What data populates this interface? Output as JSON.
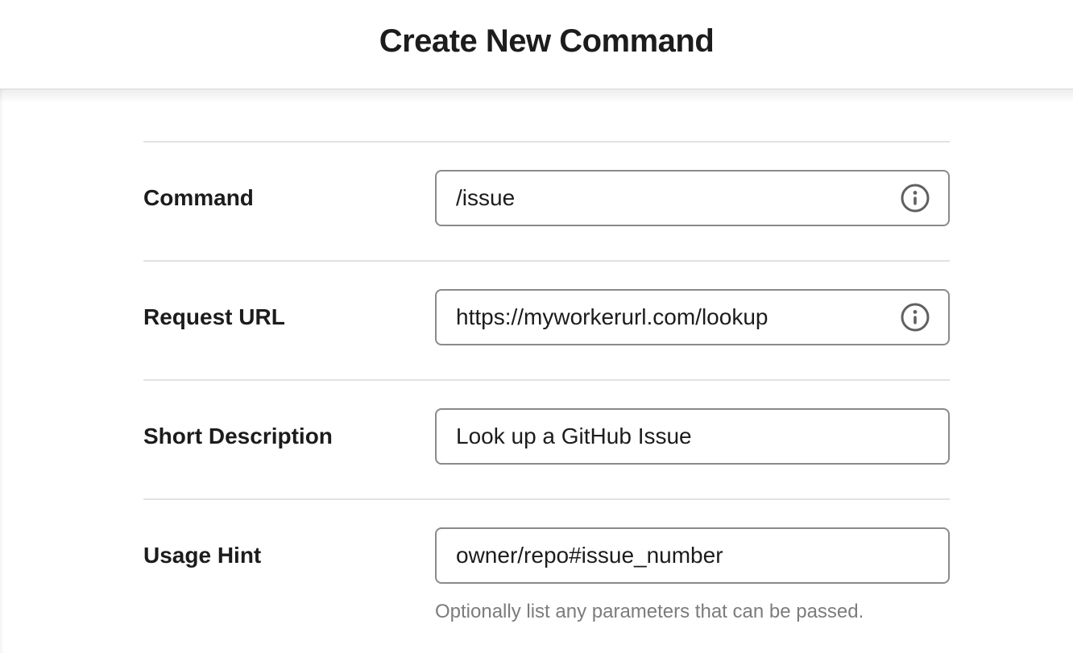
{
  "header": {
    "title": "Create New Command"
  },
  "form": {
    "fields": [
      {
        "label": "Command",
        "value": "/issue",
        "info_icon": true
      },
      {
        "label": "Request URL",
        "value": "https://myworkerurl.com/lookup",
        "info_icon": true
      },
      {
        "label": "Short Description",
        "value": "Look up a GitHub Issue",
        "info_icon": false
      },
      {
        "label": "Usage Hint",
        "value": "owner/repo#issue_number",
        "info_icon": false,
        "help_text": "Optionally list any parameters that can be passed."
      }
    ]
  },
  "colors": {
    "text": "#1d1c1d",
    "input_border": "#8a8a8a",
    "divider": "#e2e2e2",
    "help_text": "#7c7c7c",
    "info_icon": "#616061",
    "header_bg": "#ffffff",
    "page_bg": "#ffffff"
  }
}
